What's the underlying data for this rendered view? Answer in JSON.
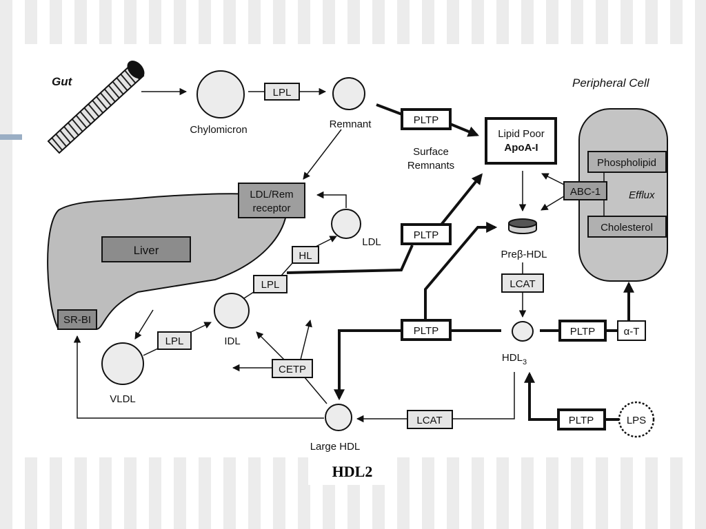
{
  "labels": {
    "gut": "Gut",
    "peripheral_cell": "Peripheral Cell",
    "chylomicron": "Chylomicron",
    "remnant": "Remnant",
    "surface_remnants_1": "Surface",
    "surface_remnants_2": "Remnants",
    "lipid_poor_1": "Lipid Poor",
    "lipid_poor_2": "ApoA-I",
    "ldl_rem_1": "LDL/Rem",
    "ldl_rem_2": "receptor",
    "liver": "Liver",
    "sr_bi": "SR-BI",
    "ldl": "LDL",
    "idl": "IDL",
    "vldl": "VLDL",
    "prebeta_hdl": "Preβ-HDL",
    "hdl3_main": "HDL",
    "hdl3_sub": "3",
    "large_hdl": "Large HDL",
    "phospholipid": "Phospholipid",
    "cholesterol": "Cholesterol",
    "abc1": "ABC-1",
    "efflux": "Efflux",
    "alpha_t": "α-T",
    "lps": "LPS"
  },
  "enzymes": {
    "lpl_top": "LPL",
    "lpl_mid": "LPL",
    "lpl_low": "LPL",
    "hl": "HL",
    "cetp": "CETP",
    "lcat_mid": "LCAT",
    "lcat_low": "LCAT",
    "pltp_top": "PLTP",
    "pltp_mid": "PLTP",
    "pltp_center": "PLTP",
    "pltp_right": "PLTP",
    "pltp_bottom": "PLTP"
  },
  "caption": "HDL2",
  "colors": {
    "liver_fill": "#bdbdbd",
    "liver_box_fill": "#8c8c8c",
    "cell_fill": "#c4c4c4",
    "receptor_fill": "#9e9e9e",
    "particle_fill": "#ececec",
    "stripe": "#ececec"
  }
}
